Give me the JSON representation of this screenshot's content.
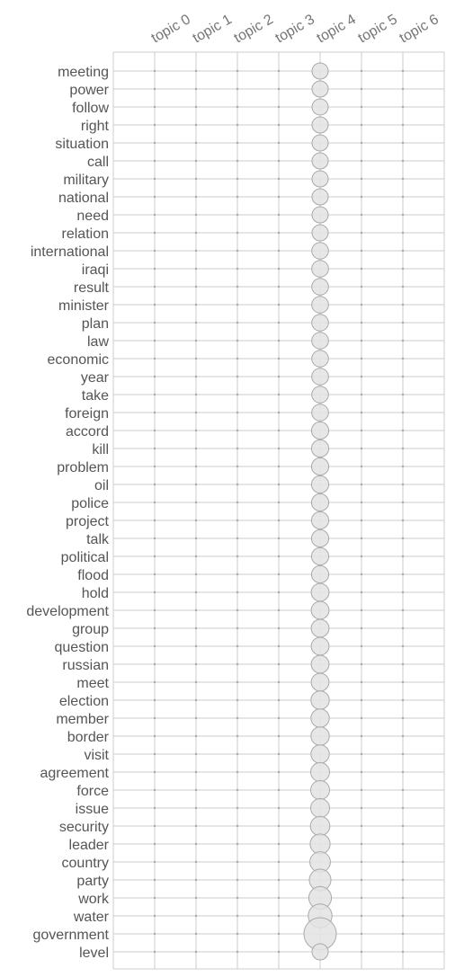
{
  "chart_data": {
    "type": "scatter",
    "topics": [
      "topic 0",
      "topic 1",
      "topic 2",
      "topic 3",
      "topic 4",
      "topic 5",
      "topic 6"
    ],
    "terms": [
      "meeting",
      "power",
      "follow",
      "right",
      "situation",
      "call",
      "military",
      "national",
      "need",
      "relation",
      "international",
      "iraqi",
      "result",
      "minister",
      "plan",
      "law",
      "economic",
      "year",
      "take",
      "foreign",
      "accord",
      "kill",
      "problem",
      "oil",
      "police",
      "project",
      "talk",
      "political",
      "flood",
      "hold",
      "development",
      "group",
      "question",
      "russian",
      "meet",
      "election",
      "member",
      "border",
      "visit",
      "agreement",
      "force",
      "issue",
      "security",
      "leader",
      "country",
      "party",
      "work",
      "water",
      "government",
      "level"
    ],
    "highlight_topic": "topic 4",
    "weights": [
      0.3,
      0.3,
      0.3,
      0.3,
      0.3,
      0.3,
      0.3,
      0.3,
      0.3,
      0.3,
      0.31,
      0.31,
      0.31,
      0.31,
      0.31,
      0.31,
      0.31,
      0.31,
      0.31,
      0.31,
      0.32,
      0.32,
      0.32,
      0.32,
      0.32,
      0.32,
      0.32,
      0.32,
      0.32,
      0.33,
      0.33,
      0.33,
      0.33,
      0.33,
      0.33,
      0.34,
      0.34,
      0.34,
      0.34,
      0.35,
      0.35,
      0.35,
      0.36,
      0.37,
      0.38,
      0.4,
      0.42,
      0.44,
      0.6,
      0.3
    ],
    "other_topics_weight": 0.02,
    "xlabel": "",
    "ylabel": "",
    "grid": true,
    "colors": {
      "bubble_fill": "#e3e3e3",
      "bubble_stroke": "#aaaaaa",
      "grid": "#cccccc",
      "dot": "#aaaaaa"
    }
  }
}
